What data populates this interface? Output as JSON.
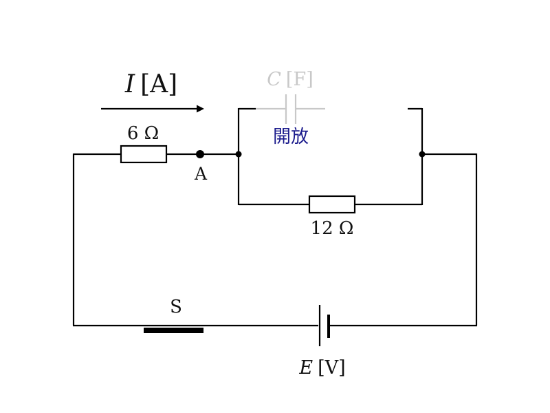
{
  "current": {
    "symbol": "I",
    "unit": "[A]"
  },
  "capacitor": {
    "symbol": "C",
    "unit": "[F]",
    "state": "開放",
    "color": "#c8c8c8",
    "state_color": "#1a1a8c"
  },
  "resistor_series": {
    "label": "6 Ω"
  },
  "resistor_parallel": {
    "label": "12 Ω"
  },
  "node_a": {
    "label": "A"
  },
  "switch": {
    "label": "S"
  },
  "battery": {
    "symbol": "E",
    "unit": "[V]"
  }
}
